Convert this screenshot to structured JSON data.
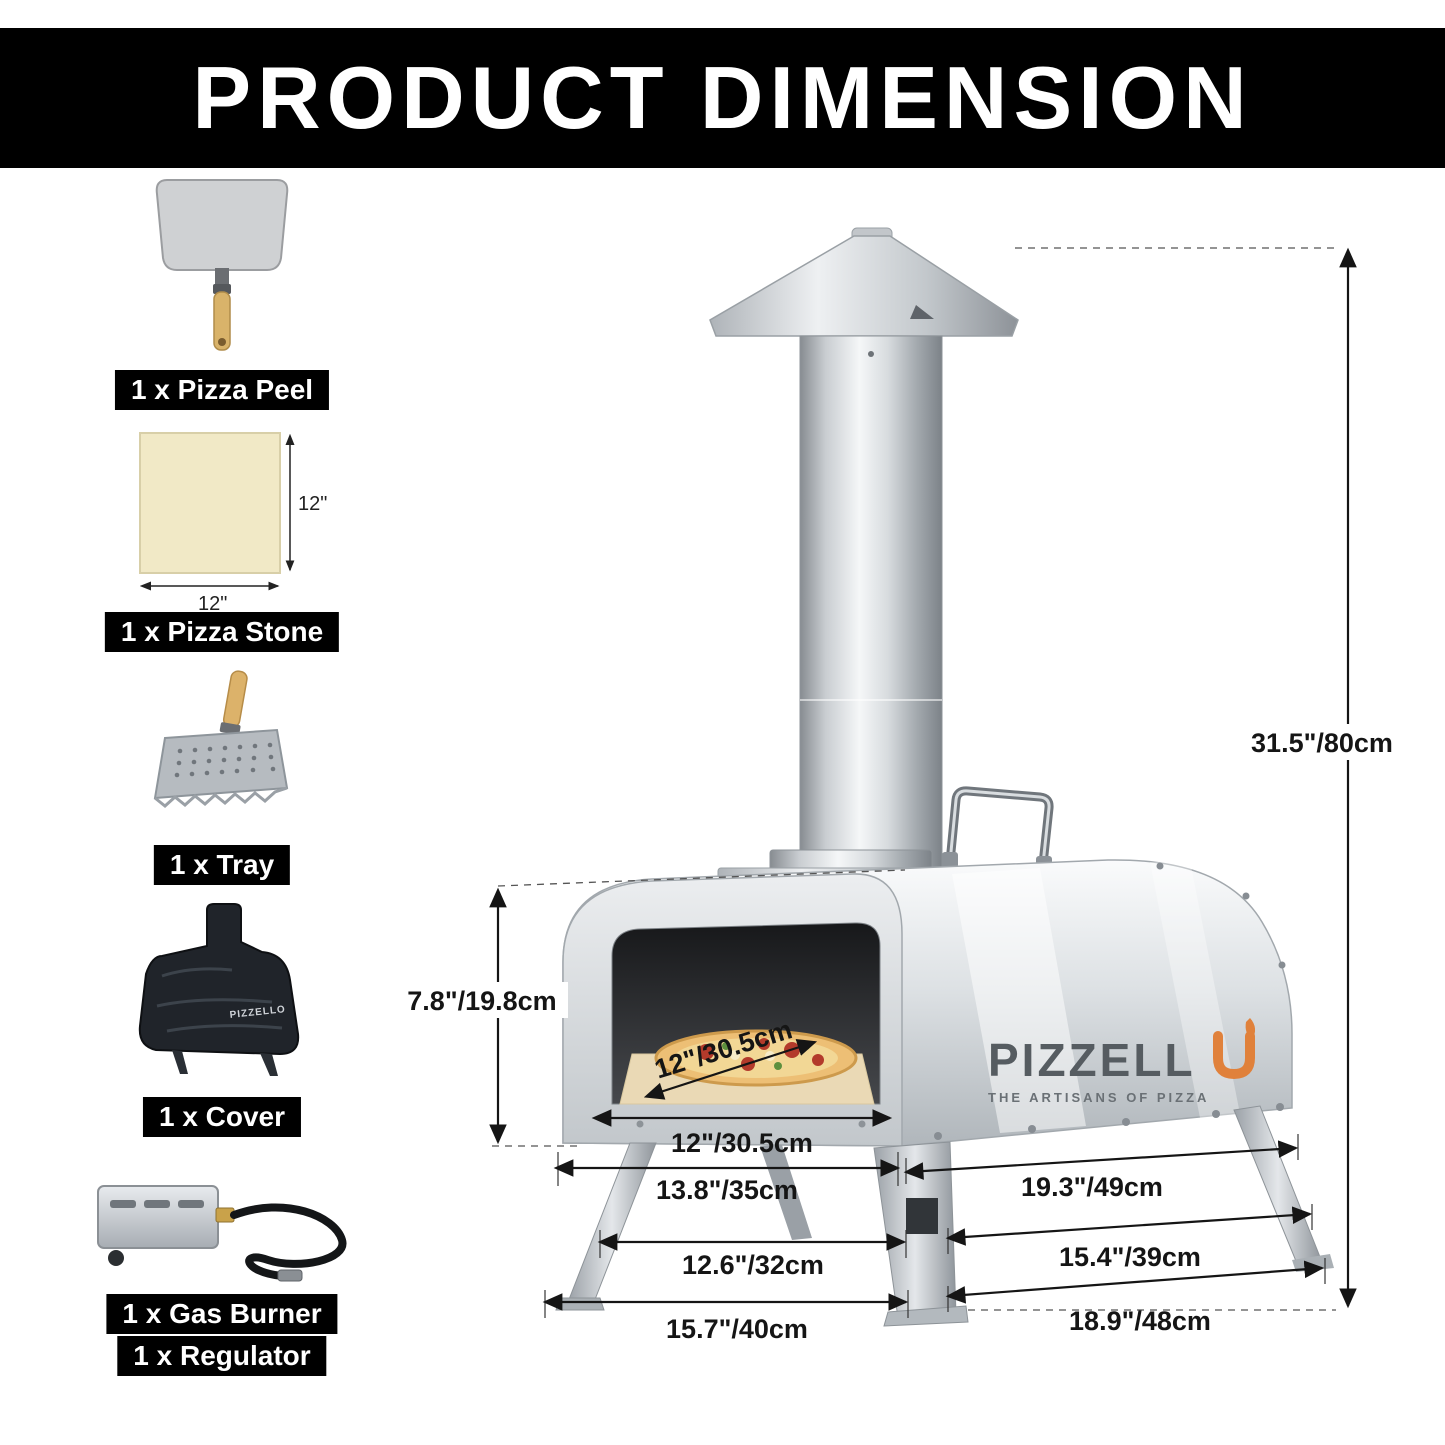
{
  "header": {
    "title": "PRODUCT DIMENSION"
  },
  "colors": {
    "banner_bg": "#000000",
    "accent_flame": "#e0813b"
  },
  "accessories": [
    {
      "name": "pizza-peel",
      "label": "1 x Pizza Peel"
    },
    {
      "name": "pizza-stone",
      "label": "1 x Pizza Stone",
      "stone_width": "12\"",
      "stone_height": "12\""
    },
    {
      "name": "tray",
      "label": "1 x Tray"
    },
    {
      "name": "cover",
      "label": "1 x Cover",
      "logo_text": "PIZZELLO"
    },
    {
      "name": "gas-burner",
      "label": "1 x Gas Burner",
      "label2": "1 x Regulator"
    }
  ],
  "oven": {
    "brand": "PIZZELL",
    "tagline": "THE ARTISANS OF PIZZA"
  },
  "dimensions": {
    "total_height": "31.5\"/80cm",
    "opening_height": "7.8\"/19.8cm",
    "stone_diagonal": "12\"/30.5cm",
    "opening_width": "12\"/30.5cm",
    "front_width": "13.8\"/35cm",
    "side_depth": "19.3\"/49cm",
    "front_leg_span": "12.6\"/32cm",
    "side_leg_span": "15.4\"/39cm",
    "base_front_width": "15.7\"/40cm",
    "base_side_depth": "18.9\"/48cm"
  }
}
